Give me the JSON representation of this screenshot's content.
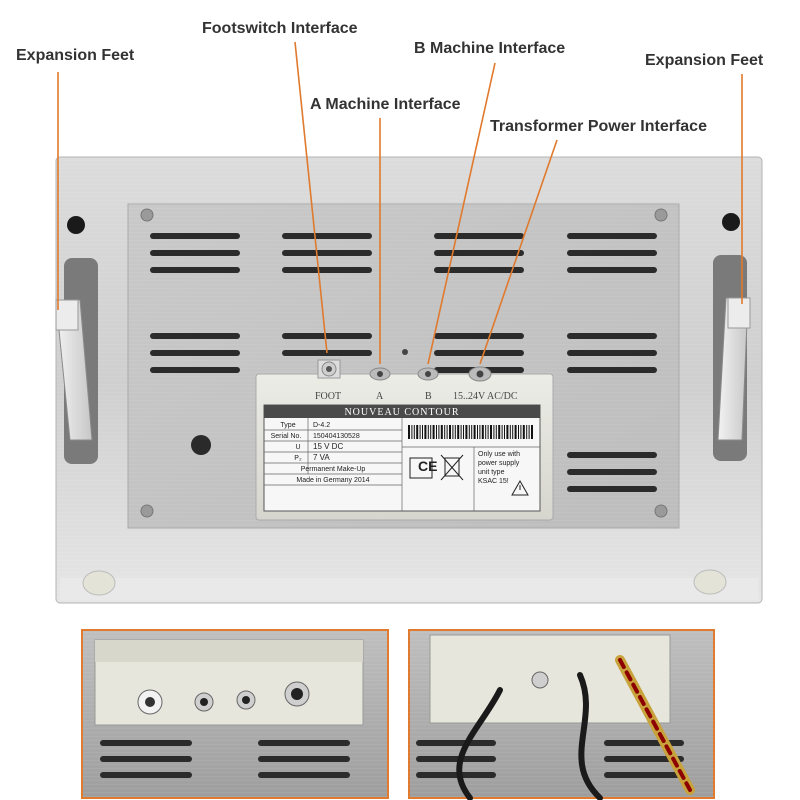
{
  "callouts": {
    "expansion_feet_left": "Expansion Feet",
    "footswitch": "Footswitch Interface",
    "b_machine": "B Machine Interface",
    "a_machine": "A Machine Interface",
    "expansion_feet_right": "Expansion Feet",
    "transformer": "Transformer Power Interface"
  },
  "ports": {
    "foot": "FOOT",
    "a": "A",
    "b": "B",
    "power": "15..24V AC/DC"
  },
  "label": {
    "brand": "NOUVEAU CONTOUR",
    "type_key": "Type",
    "type_val": "D-4.2",
    "serial_key": "Serial No.",
    "serial_val": "150404130528",
    "u_key": "U",
    "u_val": "15 V DC",
    "p_key": "P₂",
    "p_val": "7 VA",
    "product": "Permanent Make-Up",
    "origin": "Made in Germany 2014",
    "ce": "CE",
    "notice_1": "Only use with",
    "notice_2": "power supply",
    "notice_3": "unit type",
    "notice_4": "KSAC 15!"
  },
  "colors": {
    "accent": "#e07a2e",
    "panel": "#d8d8d8",
    "panel_dark": "#c4c4c4",
    "text": "#333333"
  }
}
